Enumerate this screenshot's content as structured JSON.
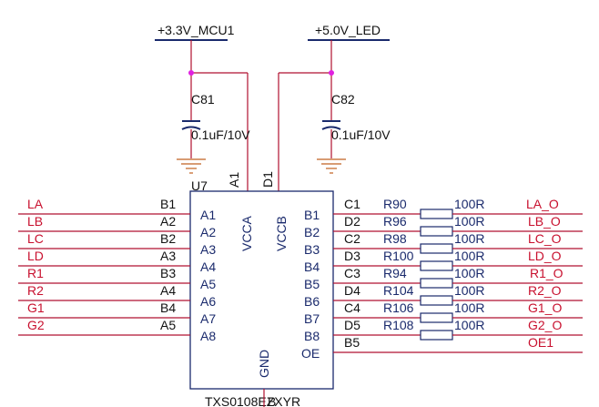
{
  "rails": {
    "mcu": "+3.3V_MCU1",
    "led": "+5.0V_LED"
  },
  "capacitors": [
    {
      "ref": "C81",
      "value": "0.1uF/10V"
    },
    {
      "ref": "C82",
      "value": "0.1uF/10V"
    }
  ],
  "chip": {
    "ref": "U7",
    "part": "TXS0108EZXYR",
    "vcca_label": "VCCA",
    "vccb_label": "VCCB",
    "gnd_label": "GND",
    "vcca_pin": "A1",
    "vccb_pin": "D1",
    "gnd_pin": "B",
    "a_side": [
      {
        "net": "LA",
        "ball": "B1",
        "pin": "A1"
      },
      {
        "net": "LB",
        "ball": "A2",
        "pin": "A2"
      },
      {
        "net": "LC",
        "ball": "B2",
        "pin": "A3"
      },
      {
        "net": "LD",
        "ball": "A3",
        "pin": "A4"
      },
      {
        "net": "R1",
        "ball": "B3",
        "pin": "A5"
      },
      {
        "net": "R2",
        "ball": "A4",
        "pin": "A6"
      },
      {
        "net": "G1",
        "ball": "B4",
        "pin": "A7"
      },
      {
        "net": "G2",
        "ball": "A5",
        "pin": "A8"
      }
    ],
    "b_side": [
      {
        "pin": "B1",
        "ball": "C1",
        "res": "R90",
        "value": "100R",
        "net": "LA_O"
      },
      {
        "pin": "B2",
        "ball": "D2",
        "res": "R96",
        "value": "100R",
        "net": "LB_O"
      },
      {
        "pin": "B3",
        "ball": "C2",
        "res": "R98",
        "value": "100R",
        "net": "LC_O"
      },
      {
        "pin": "B4",
        "ball": "D3",
        "res": "R100",
        "value": "100R",
        "net": "LD_O"
      },
      {
        "pin": "B5",
        "ball": "C3",
        "res": "R94",
        "value": "100R",
        "net": "R1_O"
      },
      {
        "pin": "B6",
        "ball": "D4",
        "res": "R104",
        "value": "100R",
        "net": "R2_O"
      },
      {
        "pin": "B7",
        "ball": "C4",
        "res": "R106",
        "value": "100R",
        "net": "G1_O"
      },
      {
        "pin": "B8",
        "ball": "D5",
        "res": "R108",
        "value": "100R",
        "net": "G2_O"
      }
    ],
    "oe": {
      "pin": "OE",
      "ball": "B5",
      "net": "OE1"
    }
  },
  "colors": {
    "wire": "#b01030",
    "symbol": "#1a2a6c",
    "junction": "#e020e0",
    "ground": "#c06020",
    "net_label": "#c8102e"
  }
}
